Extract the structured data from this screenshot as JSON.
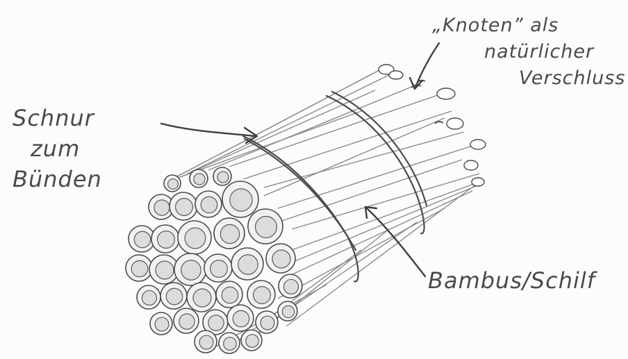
{
  "labels": {
    "string": [
      "Schnur",
      "zum",
      "Bünden"
    ],
    "knot": [
      "„Knoten” als",
      "natürlicher",
      "Verschluss"
    ],
    "bamboo": "Bambus/Schilf"
  },
  "colors": {
    "pencil": "#4a4a4a",
    "pencil_light": "#8a8a8a",
    "paper": "#fcfcfb"
  }
}
